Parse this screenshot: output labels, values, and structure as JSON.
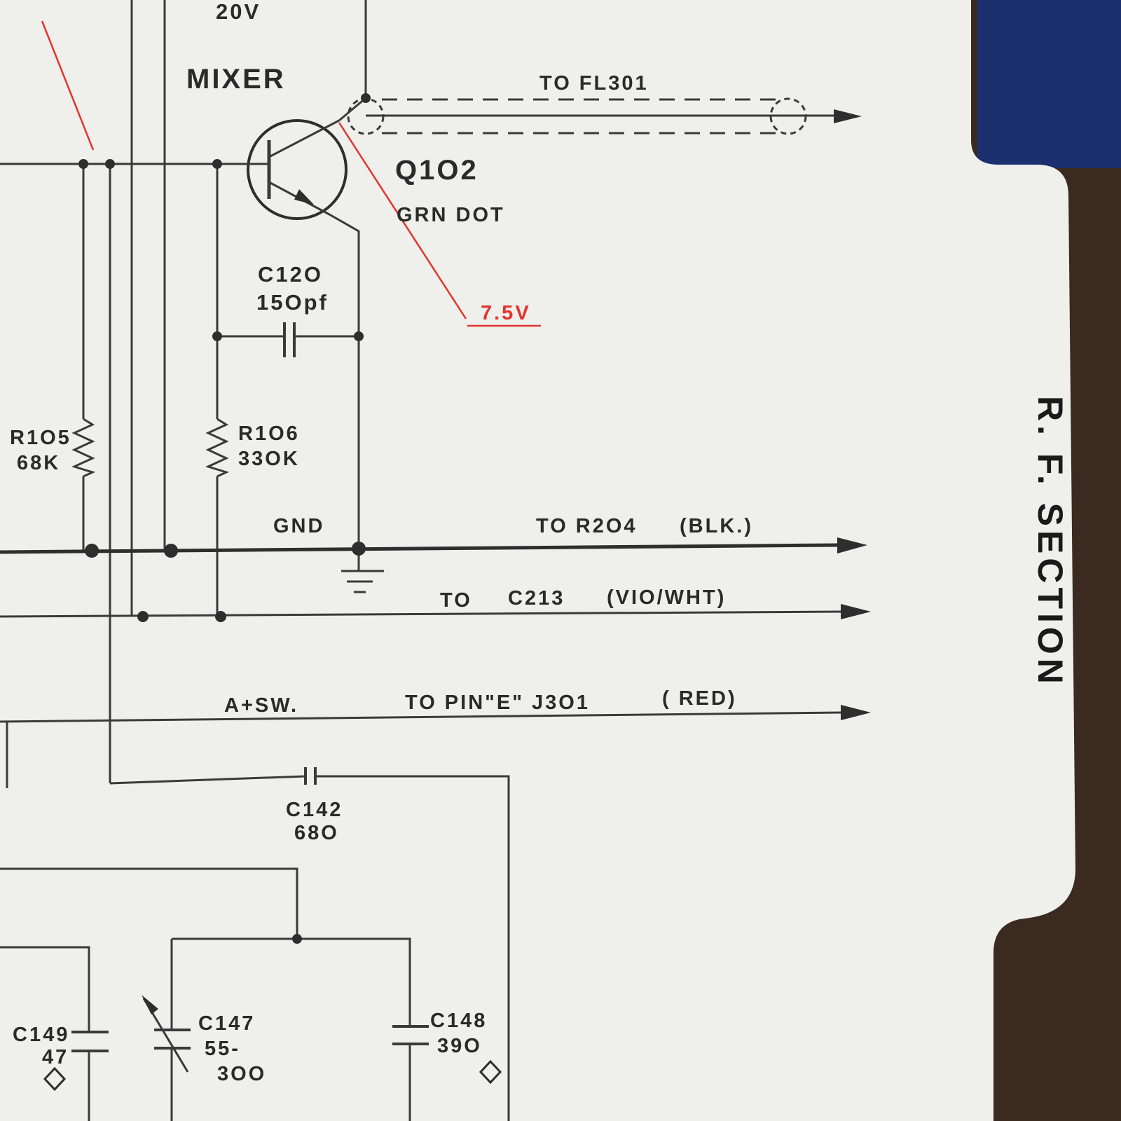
{
  "labels": {
    "voltage_top": "20V",
    "mixer": "MIXER",
    "to_fl301": "TO FL301",
    "q102": "Q1O2",
    "grn_dot": "GRN DOT",
    "c120_name": "C12O",
    "c120_value": "15Opf",
    "v75": "7.5V",
    "r105_name": "R1O5",
    "r105_value": "68K",
    "r106_name": "R1O6",
    "r106_value": "33OK",
    "gnd": "GND",
    "to_r204": "TO R2O4",
    "r204_color": "(BLK.)",
    "to": "TO",
    "c213": "C213",
    "c213_color": "(VIO/WHT)",
    "a_sw": "A+SW.",
    "to_pin_e": "TO PIN\"E\" J3O1",
    "pin_e_color": "( RED)",
    "c142_name": "C142",
    "c142_value": "68O",
    "c149_name": "C149",
    "c149_value": "47",
    "c147_name": "C147",
    "c147_value1": "55-",
    "c147_value2": "3OO",
    "c148_name": "C148",
    "c148_value": "39O"
  },
  "tab": {
    "title": "R. F. SECTION"
  },
  "colors": {
    "paper": "#efefec",
    "ink": "#2e2e2e",
    "annotation_red": "#e2352c",
    "background": "#3a2a20",
    "binder": "#1c2f6e"
  }
}
